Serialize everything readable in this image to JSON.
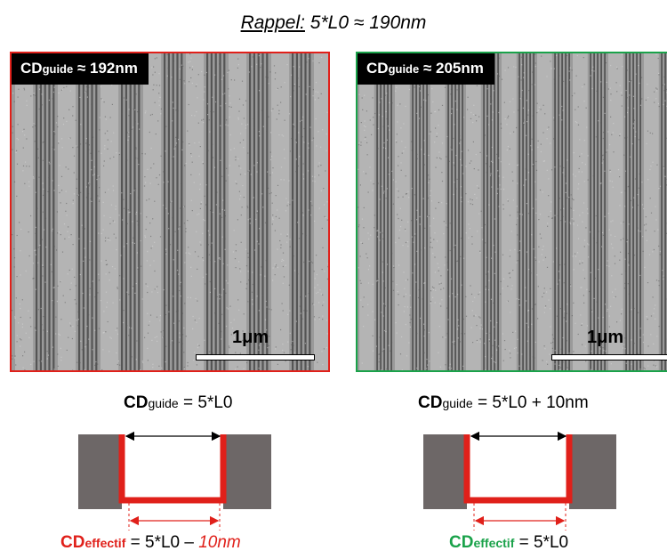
{
  "title": {
    "prefix": "Rappel:",
    "formula": " 5*L0 ≈ 190nm"
  },
  "left_panel": {
    "tag_cd": "CD",
    "tag_sub": "guide",
    "tag_value": " ≈ 192nm",
    "scale_label": "1μm",
    "frame_color": "#e0201a"
  },
  "right_panel": {
    "tag_cd": "CD",
    "tag_sub": "guide",
    "tag_value": " ≈ 205nm",
    "scale_label": "1μm",
    "frame_color": "#1aa24a"
  },
  "left_diagram": {
    "top_cd": "CD",
    "top_sub": "guide",
    "top_value": " = 5*L0",
    "bottom_cd": "CD",
    "bottom_sub": "effectif",
    "bottom_value": " = 5*L0 – ",
    "bottom_delta": "10nm"
  },
  "right_diagram": {
    "top_cd": "CD",
    "top_sub": "guide",
    "top_value": " = 5*L0 + 10nm",
    "bottom_cd": "CD",
    "bottom_sub": "effectif",
    "bottom_value": " = 5*L0"
  },
  "colors": {
    "red": "#e0201a",
    "green": "#1aa24a",
    "substrate": "#6d6767"
  }
}
